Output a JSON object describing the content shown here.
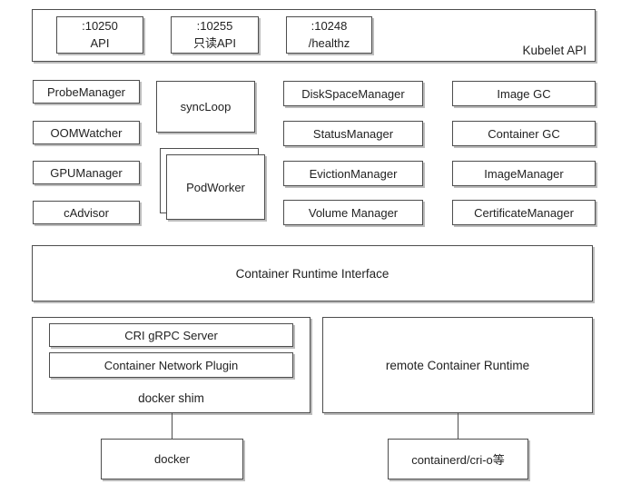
{
  "diagram": {
    "kubelet_api": {
      "label": "Kubelet API",
      "ports": [
        {
          "line1": ":10250",
          "line2": "API"
        },
        {
          "line1": ":10255",
          "line2": "只读API"
        },
        {
          "line1": ":10248",
          "line2": "/healthz"
        }
      ]
    },
    "managers": {
      "column1": [
        "ProbeManager",
        "OOMWatcher",
        "GPUManager",
        "cAdvisor"
      ],
      "sync_loop": "syncLoop",
      "pod_worker": "PodWorker",
      "column3": [
        "DiskSpaceManager",
        "StatusManager",
        "EvictionManager",
        "Volume Manager"
      ],
      "column4": [
        "Image GC",
        "Container GC",
        "ImageManager",
        "CertificateManager"
      ]
    },
    "cri": {
      "label": "Container Runtime Interface"
    },
    "docker_shim": {
      "label": "docker shim",
      "children": [
        "CRI gRPC Server",
        "Container Network Plugin"
      ]
    },
    "remote_runtime": {
      "label": "remote Container Runtime"
    },
    "docker": {
      "label": "docker"
    },
    "containerd": {
      "label": "containerd/cri-o等"
    }
  },
  "colors": {
    "background": "#ffffff",
    "border": "#4d4d4d",
    "shadow": "#bcbcbc",
    "text": "#222222"
  }
}
